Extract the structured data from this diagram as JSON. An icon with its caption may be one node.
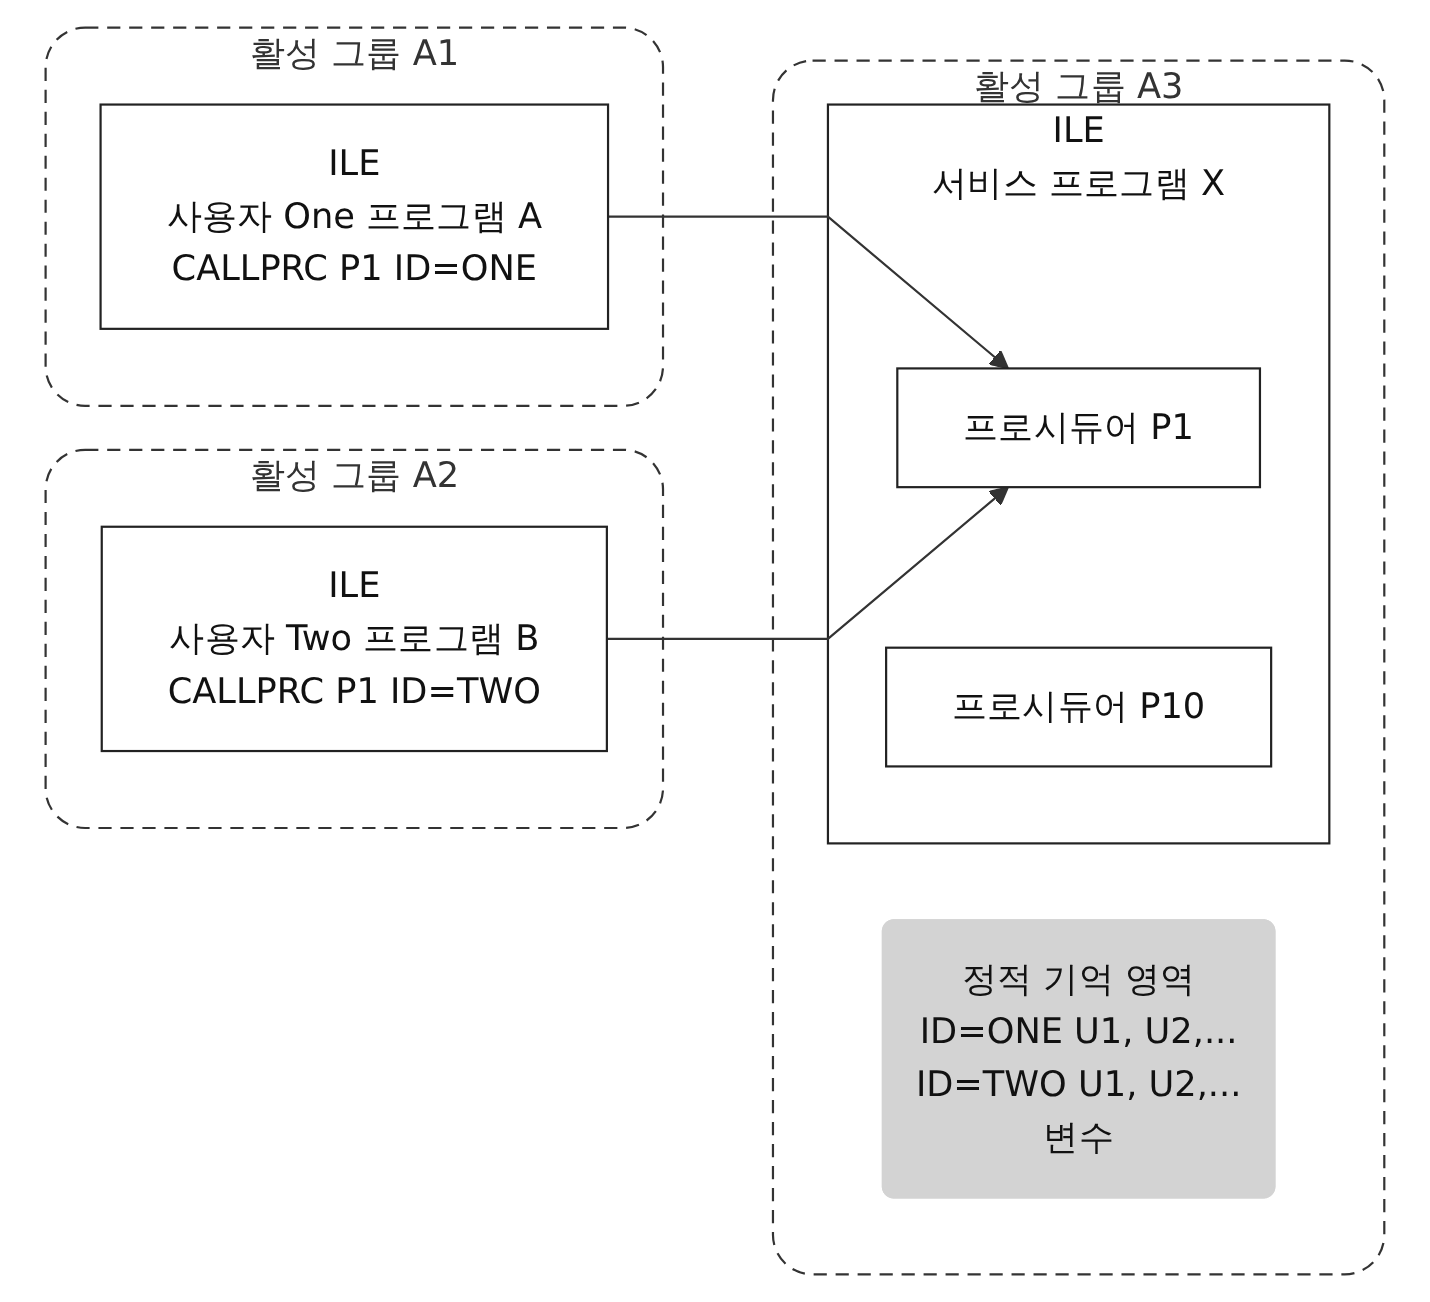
{
  "diagram": {
    "nodes": [
      {
        "text": [
          "활성 그룹 A1"
        ]
      },
      {
        "text": [
          "ILE",
          "사용자 One 프로그램 A",
          "CALLPRC P1 ID=ONE"
        ],
        "in": 0
      },
      {
        "text": [
          "활성 그룹 A3"
        ]
      },
      {
        "text": [
          "ILE",
          "서비스 프로그램 X"
        ],
        "in": 2
      },
      {
        "text": [
          "프로시듀어 P1"
        ],
        "in": 3
      },
      {
        "text": [
          "프로시듀어 P10"
        ],
        "in": 3
      },
      {
        "text": [
          "정적 기억 영역",
          "ID=ONE U1, U2,...",
          "ID=TWO U1, U2,...",
          "변수"
        ],
        "in": 2
      },
      {
        "text": [
          "활성 그룹 A2"
        ]
      },
      {
        "text": [
          "ILE",
          "사용자 Two 프로그램 B",
          "CALLPRC P1 ID=TWO"
        ],
        "in": 7
      }
    ],
    "edges": [
      {
        "from": 1,
        "to": 4,
        "arrow": "to"
      },
      {
        "from": 8,
        "to": 4,
        "arrow": "to"
      }
    ]
  }
}
